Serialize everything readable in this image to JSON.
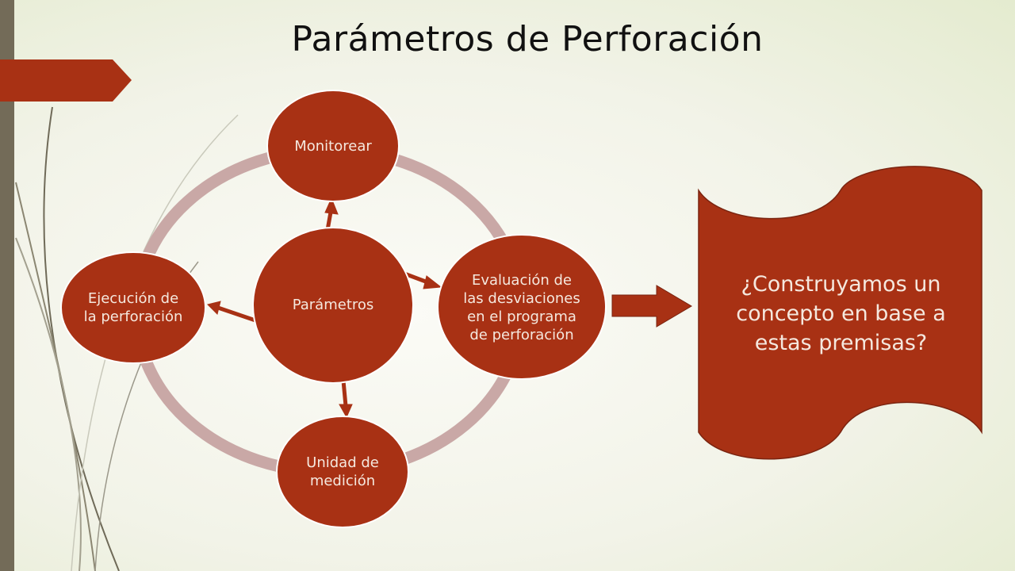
{
  "slide": {
    "title": "Parámetros de Perforación",
    "nodes": {
      "center": "Parámetros",
      "top": "Monitorear",
      "right": "Evaluación de las desviaciones en el programa de perforación",
      "bottom": "Unidad de medición",
      "left": "Ejecución de la perforación"
    },
    "callout": "¿Construyamos un concepto en base a estas premisas?"
  },
  "colors": {
    "accent": "#a83114",
    "ring": "#c9a8a6",
    "sidebar": "#736b58"
  }
}
